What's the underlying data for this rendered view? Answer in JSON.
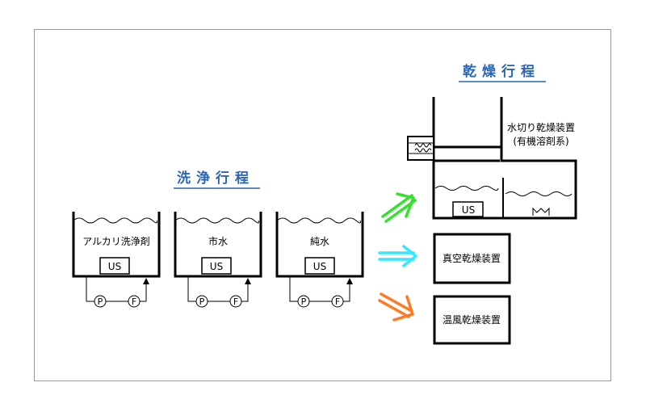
{
  "washing": {
    "title": "洗浄行程",
    "tanks": [
      {
        "label": "アルカリ洗浄剤",
        "us": "US",
        "pump": "P",
        "filter": "F"
      },
      {
        "label": "市水",
        "us": "US",
        "pump": "P",
        "filter": "F"
      },
      {
        "label": "純水",
        "us": "US",
        "pump": "P",
        "filter": "F"
      }
    ]
  },
  "drying": {
    "title": "乾燥行程",
    "water_cut": {
      "label_line1": "水切り乾燥装置",
      "label_line2": "(有機溶剤系)",
      "us": "US"
    },
    "vacuum": {
      "label": "真空乾燥装置"
    },
    "warm_air": {
      "label": "温風乾燥装置"
    }
  },
  "colors": {
    "title": "#2a66b4",
    "arrow_green": "#33e22a",
    "arrow_cyan": "#33e8ff",
    "arrow_orange": "#ff7a22",
    "frame": "#9a9a9a"
  }
}
